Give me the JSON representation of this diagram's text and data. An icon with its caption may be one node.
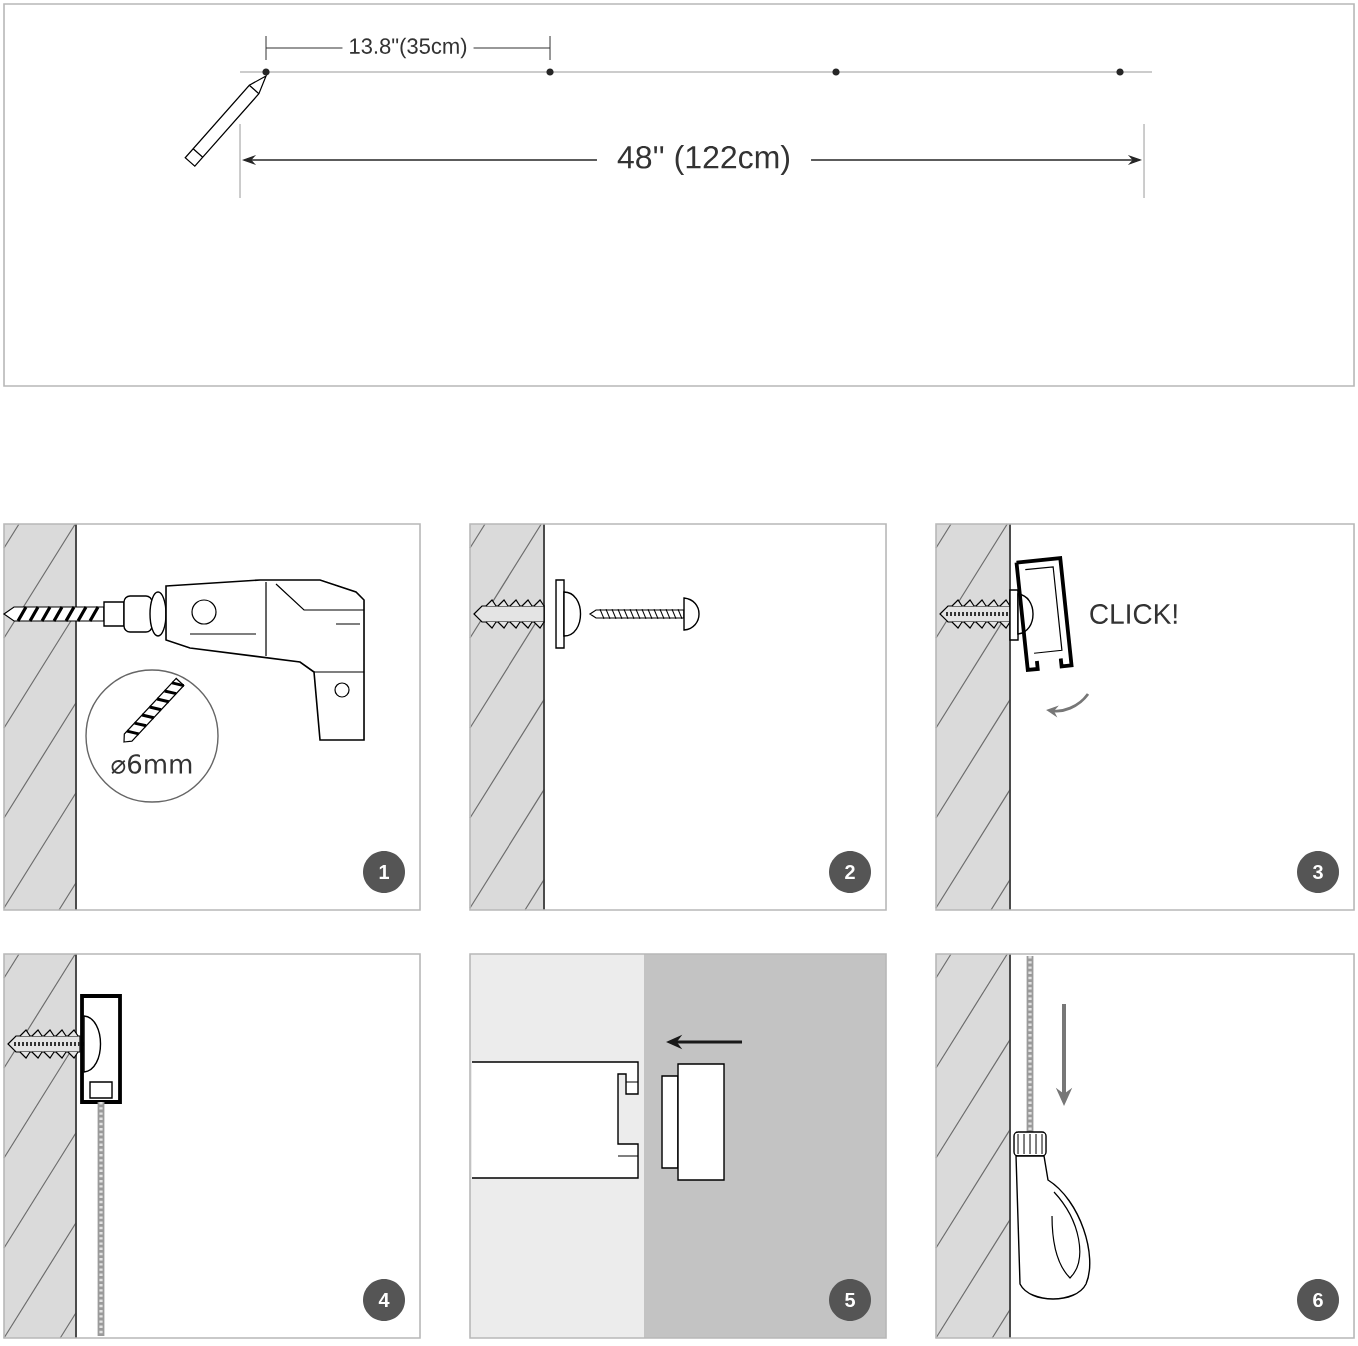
{
  "diagram": {
    "nodes": [
      {
        "text": [],
        "shape": "box"
      },
      {
        "text": [],
        "shape": "box"
      },
      {
        "text": [
          "⌀6mm"
        ],
        "in": 1
      },
      {
        "text": [
          "1"
        ],
        "in": 1
      },
      {
        "text": [],
        "shape": "box"
      },
      {
        "text": [
          "2"
        ],
        "in": 4
      },
      {
        "text": [
          "CLICK!"
        ]
      },
      {
        "text": [
          "3"
        ],
        "in": 6
      },
      {
        "text": [],
        "shape": "box"
      },
      {
        "text": [
          "4"
        ],
        "in": 8
      },
      {
        "text": [],
        "shape": "box"
      },
      {
        "text": [
          "5"
        ],
        "in": 10
      },
      {
        "text": [],
        "shape": "box"
      },
      {
        "text": [
          "6"
        ],
        "in": 12
      }
    ],
    "labels": [
      "13.8\"(35cm)",
      "48'' (122cm)"
    ]
  }
}
